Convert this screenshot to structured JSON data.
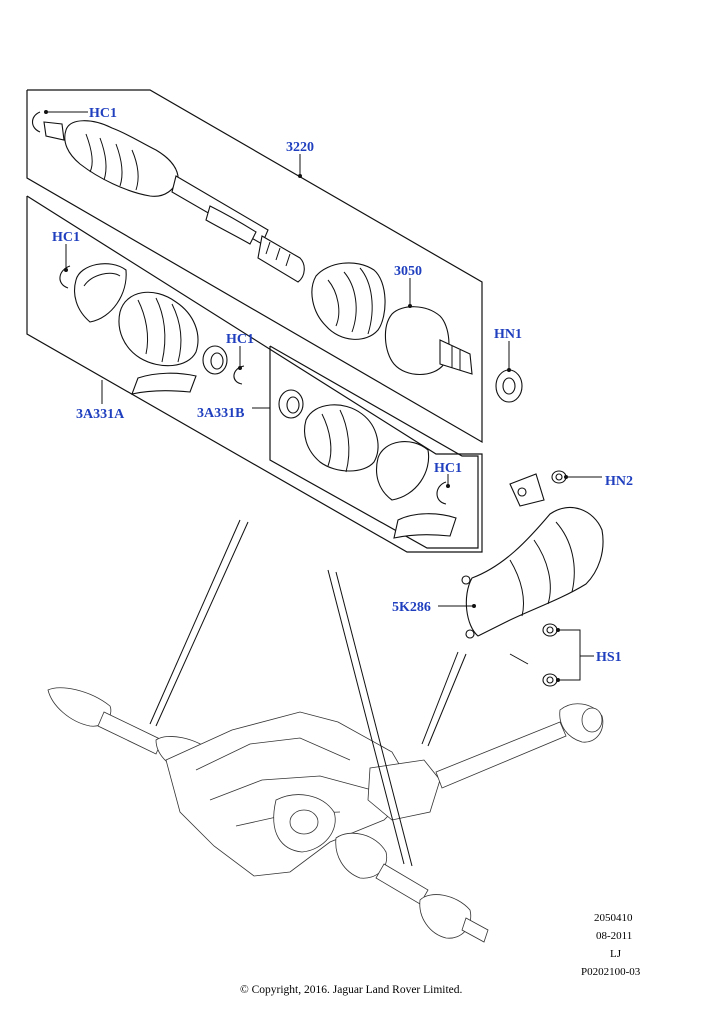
{
  "labels": {
    "hc1_top": "HC1",
    "p3220": "3220",
    "hc1_left": "HC1",
    "p3050": "3050",
    "hc1_mid": "HC1",
    "hn1": "HN1",
    "p3a331a": "3A331A",
    "p3a331b": "3A331B",
    "hc1_right": "HC1",
    "hn2": "HN2",
    "p5k286": "5K286",
    "hs1": "HS1"
  },
  "meta": {
    "code": "2050410",
    "date": "08-2011",
    "initials": "LJ",
    "ref": "P0202100-03"
  },
  "copyright": "© Copyright, 2016. Jaguar Land Rover Limited.",
  "colors": {
    "callout": "#1f3fbf",
    "line": "#111111"
  }
}
